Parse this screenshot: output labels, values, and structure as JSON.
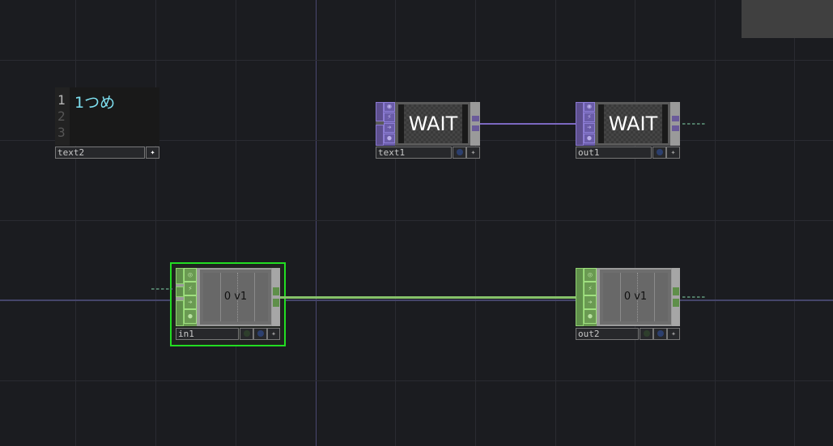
{
  "viewer": {
    "background": "#404040"
  },
  "text_dat": {
    "name": "text2",
    "lines": [
      {
        "num": "1",
        "text": "1つめ"
      },
      {
        "num": "2",
        "text": ""
      },
      {
        "num": "3",
        "text": ""
      }
    ],
    "button_icon": "star-sparkle-icon"
  },
  "nodes": {
    "text1": {
      "name": "text1",
      "display": "WAIT",
      "family": "TOP",
      "color": "#7b68b0"
    },
    "out1": {
      "name": "out1",
      "display": "WAIT",
      "family": "TOP",
      "color": "#7b68b0"
    },
    "in1": {
      "name": "in1",
      "display": "0 v1",
      "family": "CHOP",
      "color": "#86c26a",
      "selected": true
    },
    "out2": {
      "name": "out2",
      "display": "0 v1",
      "family": "CHOP",
      "color": "#86c26a"
    }
  },
  "colors": {
    "background": "#1b1c20",
    "grid": "#2a2b31",
    "top_wire": "#7b68c0",
    "chop_wire": "#86c26a",
    "selection": "#22dd22"
  },
  "strip_icons": [
    "viewer-icon",
    "bypass-icon",
    "render-arrow-icon",
    "lock-icon"
  ],
  "label_buttons": [
    "display-flag-icon",
    "render-flag-icon",
    "pin-sparkle-icon"
  ]
}
